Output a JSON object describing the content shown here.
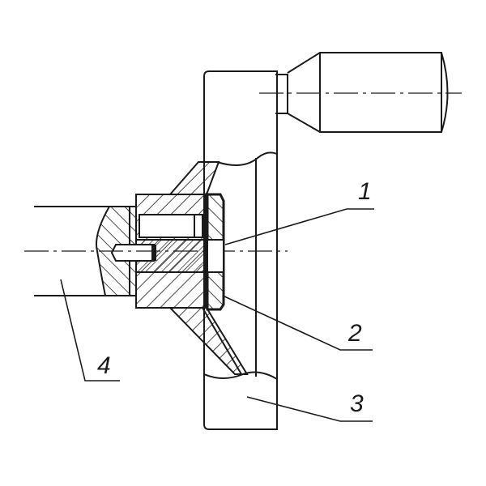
{
  "labels": {
    "l1": "1",
    "l2": "2",
    "l3": "3",
    "l4": "4"
  },
  "colors": {
    "line": "#1a1a1a",
    "background": "#ffffff"
  }
}
